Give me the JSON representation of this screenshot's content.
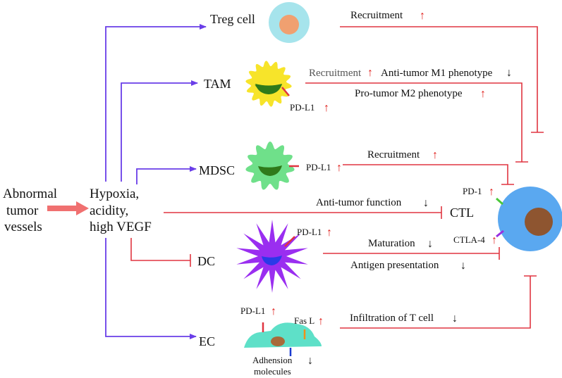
{
  "diagram": {
    "source": {
      "line1": "Abnormal",
      "line2": "tumor",
      "line3": "vessels"
    },
    "condition": {
      "line1": "Hypoxia,",
      "line2": "acidity,",
      "line3": "high VEGF"
    },
    "cells": {
      "treg": "Treg cell",
      "tam": "TAM",
      "mdsc": "MDSC",
      "ctl": "CTL",
      "dc": "DC",
      "ec": "EC"
    },
    "effects": {
      "treg_recruitment": "Recruitment",
      "tam_recruitment": "Recruitment",
      "tam_m1": "Anti-tumor M1 phenotype",
      "tam_m2": "Pro-tumor M2 phenotype",
      "mdsc_recruitment": "Recruitment",
      "ctl_function": "Anti-tumor function",
      "dc_maturation": "Maturation",
      "dc_antigen": "Antigen presentation",
      "ec_infiltration": "Infiltration of T cell"
    },
    "markers": {
      "pdl1_tam": "PD-L1",
      "pdl1_mdsc": "PD-L1",
      "pdl1_dc": "PD-L1",
      "pdl1_ec": "PD-L1",
      "fasl_ec": "Fas L",
      "adhesion_line1": "Adhension",
      "adhesion_line2": "molecules",
      "pd1": "PD-1",
      "ctla4": "CTLA-4"
    },
    "arrows": {
      "up": "↑",
      "down": "↓"
    },
    "colors": {
      "activation": "#6a3ee8",
      "inhibition": "#e03540",
      "vessel_arrow": "#f07070",
      "treg_outer": "#a6e4ec",
      "treg_inner": "#f0a070",
      "tam_body": "#f7e42a",
      "tam_inner": "#2f7a1a",
      "mdsc_body": "#6fe08a",
      "mdsc_inner": "#2f7a1a",
      "dc_body": "#9a2ef0",
      "dc_inner": "#2a3ae8",
      "ec_body": "#5ee0c8",
      "ec_nucleus": "#a86a3a",
      "ctl_body": "#5aa8f0",
      "ctl_nucleus": "#8e5530",
      "pd1_color": "#4ac83a",
      "ctla4_color": "#9a30e0",
      "fasl_color": "#f0901a",
      "adhesion_color": "#1a3ad0"
    }
  }
}
